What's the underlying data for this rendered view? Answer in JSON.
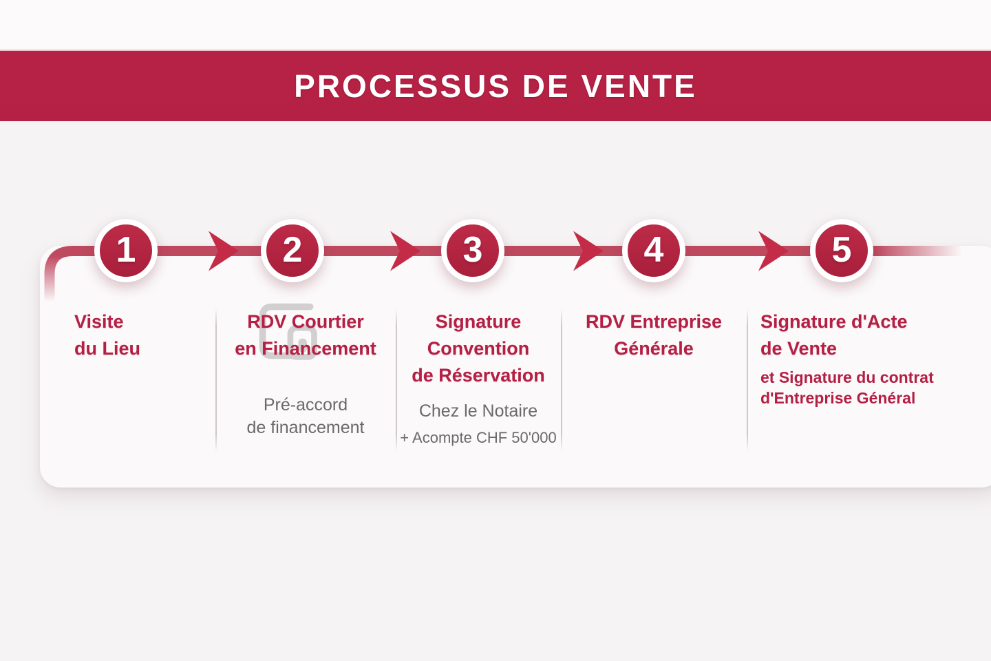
{
  "banner": {
    "title": "PROCESSUS DE VENTE"
  },
  "colors": {
    "banner_bg": "#b42144",
    "circle_fill": "#b32741",
    "timeline_line": "#bf4a60",
    "arrowhead": "#c32b46",
    "step_title_text": "#b41f44",
    "secondary_text": "#6b696c",
    "card_bg": "#fbf9fa",
    "page_bg": "#f5f3f4"
  },
  "steps": [
    {
      "number": "1",
      "title_line1": "Visite",
      "title_line2": "du Lieu"
    },
    {
      "number": "2",
      "title_line1": "RDV Courtier",
      "title_line2": "en Financement",
      "detail_line1": "Pré-accord",
      "detail_line2": "de financement"
    },
    {
      "number": "3",
      "title_line1": "Signature",
      "title_line2": "Convention",
      "title_line3": "de Réservation",
      "detail_line1": "Chez le Notaire",
      "note": "+ Acompte CHF 50'000"
    },
    {
      "number": "4",
      "title_line1": "RDV Entreprise",
      "title_line2": "Générale"
    },
    {
      "number": "5",
      "title_line1": "Signature d'Acte",
      "title_line2": "de Vente",
      "detail_line1": "et Signature du contrat",
      "detail_line2": "d'Entreprise Général"
    }
  ]
}
